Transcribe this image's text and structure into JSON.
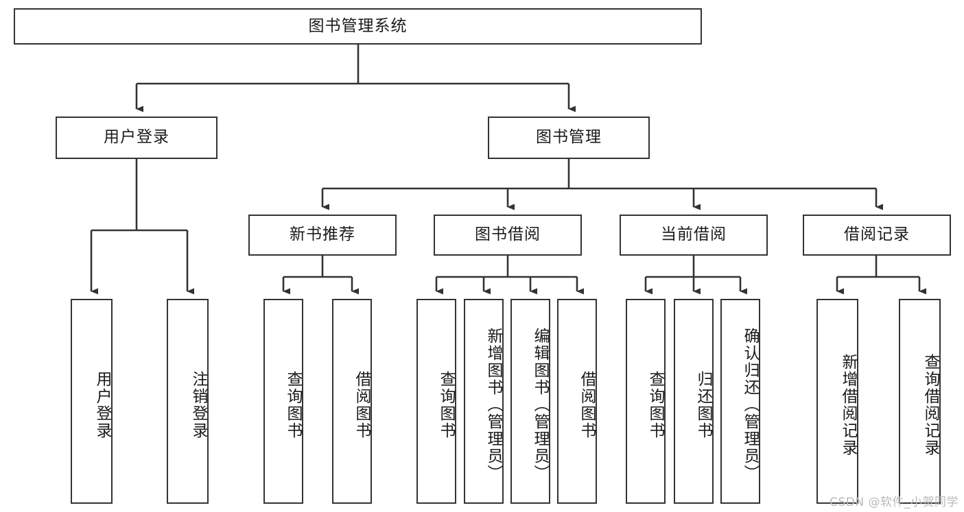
{
  "diagram": {
    "title": "图书管理系统",
    "type": "tree-hierarchy-chart",
    "root": {
      "label": "图书管理系统"
    },
    "level2": [
      {
        "label": "用户登录"
      },
      {
        "label": "图书管理"
      }
    ],
    "level3": [
      {
        "label": "新书推荐"
      },
      {
        "label": "图书借阅"
      },
      {
        "label": "当前借阅"
      },
      {
        "label": "借阅记录"
      }
    ],
    "leaves": {
      "user_login": [
        {
          "label": "用户登录"
        },
        {
          "label": "注销登录"
        }
      ],
      "new_book_recommend": [
        {
          "label": "查询图书"
        },
        {
          "label": "借阅图书"
        }
      ],
      "book_borrow": [
        {
          "label": "查询图书"
        },
        {
          "label": "新增图书（管理员）"
        },
        {
          "label": "编辑图书（管理员）"
        },
        {
          "label": "借阅图书"
        }
      ],
      "current_borrow": [
        {
          "label": "查询图书"
        },
        {
          "label": "归还图书"
        },
        {
          "label": "确认归还（管理员）"
        }
      ],
      "borrow_record": [
        {
          "label": "新增借阅记录"
        },
        {
          "label": "查询借阅记录"
        }
      ]
    }
  },
  "watermark": {
    "text": "CSDN @软件_小贺同学"
  },
  "colors": {
    "stroke": "#333333",
    "box_fill": "#ffffff",
    "text": "#1a1a1a",
    "watermark": "#b9b9b9",
    "background": "#ffffff"
  }
}
